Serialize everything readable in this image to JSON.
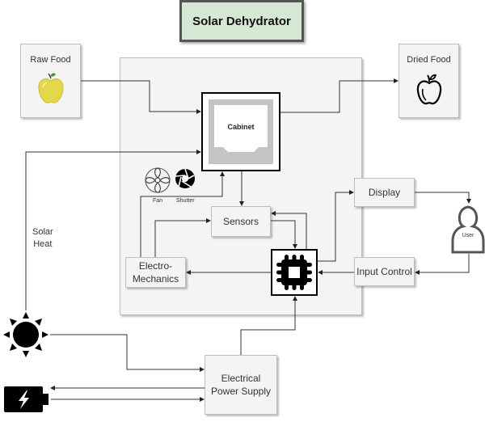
{
  "title": "Solar Dehydrator",
  "nodes": {
    "raw_food": "Raw Food",
    "dried_food": "Dried Food",
    "cabinet": "Cabinet",
    "fan": "Fan",
    "shutter": "Shutter",
    "sensors": "Sensors",
    "electro_mechanics": "Electro-\nMechanics",
    "electro_line1": "Electro-",
    "electro_line2": "Mechanics",
    "display": "Display",
    "input_control": "Input Control",
    "user": "User",
    "solar_heat_line1": "Solar",
    "solar_heat_line2": "Heat",
    "power_line1": "Electrical",
    "power_line2": "Power Supply"
  },
  "icons": {
    "raw_food": "yellow-apple-icon",
    "dried_food": "apple-outline-icon",
    "fan": "fan-icon",
    "shutter": "shutter-icon",
    "mcu": "microchip-icon",
    "user": "user-icon",
    "sun": "sun-icon",
    "battery": "battery-charging-icon"
  },
  "colors": {
    "title_fill": "#d5e8d4",
    "box_fill": "#f4f4f4",
    "box_border": "#bdbdbd",
    "apple_yellow": "#e3d84a",
    "leaf_green": "#5b8a4a",
    "line": "#333333"
  },
  "connections": [
    {
      "from": "Raw Food",
      "to": "Cabinet"
    },
    {
      "from": "Cabinet",
      "to": "Dried Food"
    },
    {
      "from": "Sun",
      "to": "Cabinet",
      "label": "Solar Heat"
    },
    {
      "from": "Electro-Mechanics",
      "to": "Cabinet"
    },
    {
      "from": "Cabinet",
      "to": "Sensors"
    },
    {
      "from": "Electro-Mechanics",
      "to": "Sensors"
    },
    {
      "from": "Sensors",
      "to": "Microcontroller"
    },
    {
      "from": "Microcontroller",
      "to": "Sensors"
    },
    {
      "from": "Microcontroller",
      "to": "Electro-Mechanics"
    },
    {
      "from": "Microcontroller",
      "to": "Display"
    },
    {
      "from": "Display",
      "to": "User"
    },
    {
      "from": "User",
      "to": "Input Control"
    },
    {
      "from": "Input Control",
      "to": "Microcontroller"
    },
    {
      "from": "Sun",
      "to": "Electrical Power Supply"
    },
    {
      "from": "Electrical Power Supply",
      "to": "Microcontroller"
    },
    {
      "from": "Electrical Power Supply",
      "to": "Battery"
    },
    {
      "from": "Battery",
      "to": "Electrical Power Supply"
    }
  ]
}
